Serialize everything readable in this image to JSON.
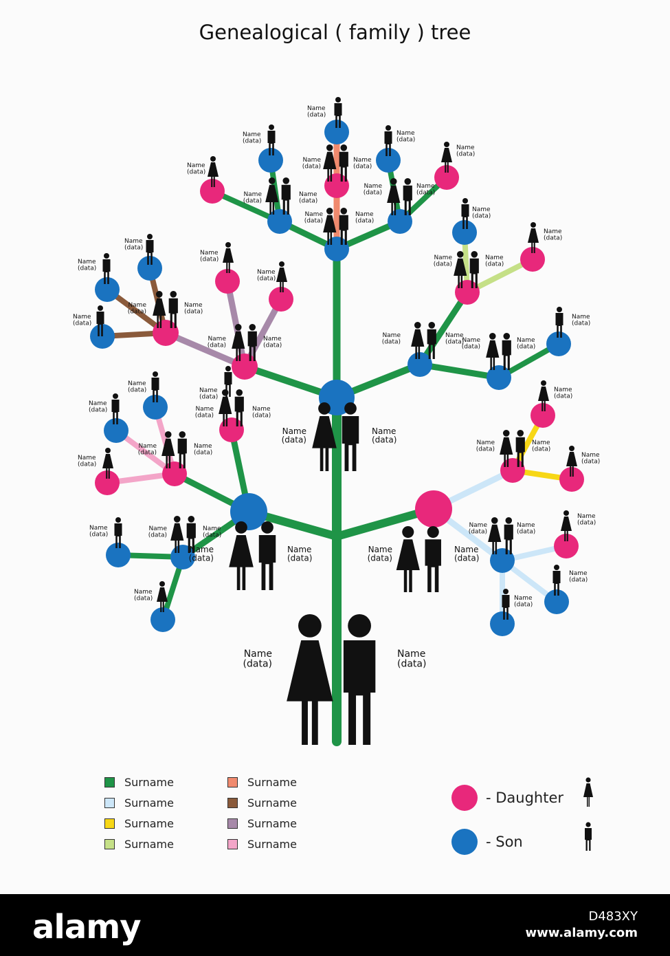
{
  "title": "Genealogical ( family ) tree",
  "person_label": {
    "name": "Name",
    "data": "(data)"
  },
  "colors": {
    "daughter": "#e8287b",
    "son": "#1a73c0",
    "trunk_green": "#1f9447",
    "light_blue": "#cce6f8",
    "yellow": "#f7d716",
    "light_green": "#c5e087",
    "salmon": "#f08a6e",
    "brown": "#8a5a3b",
    "mauve": "#a789a9",
    "pink": "#f3a5c8"
  },
  "surname_legend": [
    {
      "color": "#1f9447",
      "label": "Surname"
    },
    {
      "color": "#cce6f8",
      "label": "Surname"
    },
    {
      "color": "#f7d716",
      "label": "Surname"
    },
    {
      "color": "#c5e087",
      "label": "Surname"
    },
    {
      "color": "#f08a6e",
      "label": "Surname"
    },
    {
      "color": "#8a5a3b",
      "label": "Surname"
    },
    {
      "color": "#a789a9",
      "label": "Surname"
    },
    {
      "color": "#f3a5c8",
      "label": "Surname"
    }
  ],
  "gender_key": [
    {
      "type": "daughter",
      "label": "- Daughter",
      "icon": "female-figure-icon"
    },
    {
      "type": "son",
      "label": "- Son",
      "icon": "male-figure-icon"
    }
  ],
  "footer": {
    "logo": "alamy",
    "image_id": "D483XY",
    "url": "www.alamy.com"
  }
}
